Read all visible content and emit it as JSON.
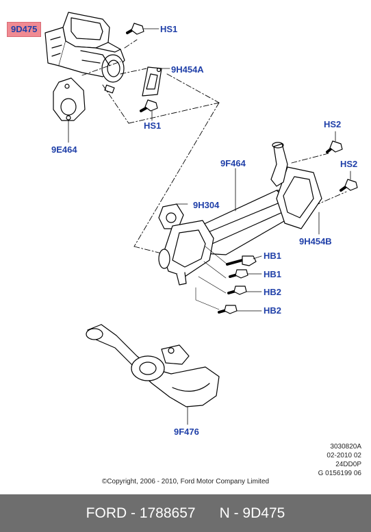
{
  "callouts": {
    "egr_valve": "9D475",
    "hs1_top": "HS1",
    "gasket_top": "9H454A",
    "hs1_lower": "HS1",
    "gasket_left": "9E464",
    "hs2_top": "HS2",
    "hs2_right": "HS2",
    "cooler": "9F464",
    "gasket_mid": "9H304",
    "gasket_right": "9H454B",
    "hb1_a": "HB1",
    "hb1_b": "HB1",
    "hb2_a": "HB2",
    "hb2_b": "HB2",
    "tube": "9F476"
  },
  "meta": {
    "line1": "3030820A",
    "line2": "02-2010 02",
    "line3": "24DD0P",
    "line4": "G 0156199 06"
  },
  "copyright": "©Copyright, 2006 - 2010, Ford Motor Company Limited",
  "footer": "FORD - 1788657      N - 9D475",
  "colors": {
    "callout_text": "#1f3fa8",
    "highlight": "#f08a92",
    "footer_bg": "#6e6e6e"
  }
}
